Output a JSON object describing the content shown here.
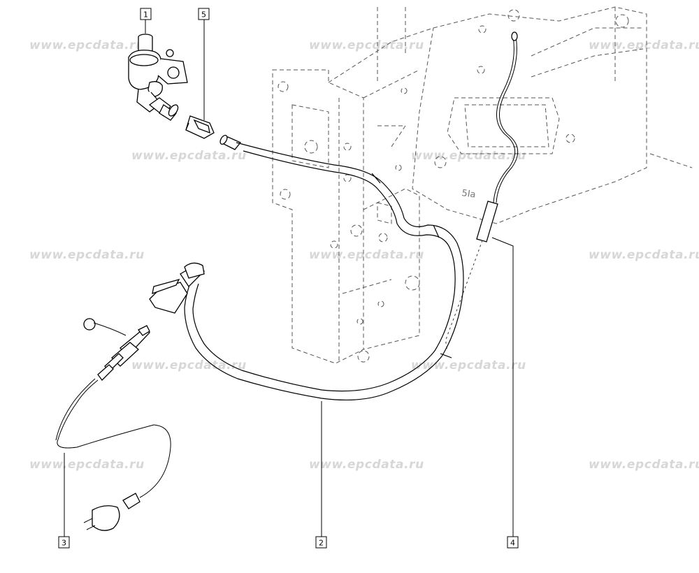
{
  "watermark": {
    "text": "www.epcdata.ru"
  },
  "callouts": [
    {
      "id": "callout-1",
      "label": "1"
    },
    {
      "id": "callout-5",
      "label": "5"
    },
    {
      "id": "callout-3",
      "label": "3"
    },
    {
      "id": "callout-2",
      "label": "2"
    },
    {
      "id": "callout-4",
      "label": "4"
    }
  ],
  "engine_marking": "5Ia"
}
